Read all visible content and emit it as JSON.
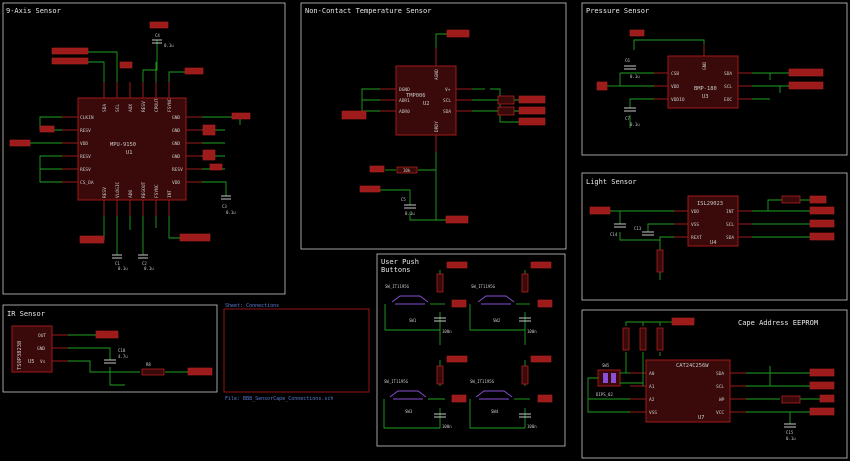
{
  "panels": {
    "nine_axis": "9-Axis Sensor",
    "noncontact": "Non-Contact Temperature Sensor",
    "pressure": "Pressure Sensor",
    "light": "Light Sensor",
    "ir": "IR Sensor",
    "buttons_line1": "User Push",
    "buttons_line2": "Buttons",
    "eeprom": "Cape Address EEPROM"
  },
  "sheet": {
    "name": "Sheet: Connections",
    "file": "File: BB8_SensorCape_Connections.sch"
  },
  "mpu": {
    "part": "MPU-9150",
    "ref": "U1",
    "pins_left": [
      "CLKIN",
      "RESV",
      "VDD",
      "RESV",
      "RESV",
      "CS_DA"
    ],
    "pins_right": [
      "GND",
      "GND",
      "GND",
      "GND",
      "RESV",
      "VDD"
    ],
    "pins_top": [
      "SDA",
      "SCL",
      "AUX",
      "RESV",
      "CPOUT",
      "FSYNC"
    ],
    "pins_bottom": [
      "RESV",
      "VLOGIC",
      "AD0",
      "REGOUT",
      "FSYNC",
      "INT"
    ]
  },
  "tmp": {
    "part": "TMP006",
    "ref": "U2",
    "pins_left": [
      "DGND",
      "ADR1",
      "ADR0"
    ],
    "pins_right": [
      "V+",
      "SCL",
      "SDA"
    ],
    "pin_top": "AGND",
    "pin_bottom": "DRDY"
  },
  "bmp": {
    "part": "BMP-180",
    "ref": "U3",
    "pins_left": [
      "CSB",
      "VDD",
      "VDDIO"
    ],
    "pins_right": [
      "SDA",
      "SCL",
      "EOC"
    ],
    "pin_top": "GND"
  },
  "isl": {
    "part": "ISL29023",
    "ref": "U4",
    "pins_left": [
      "VDD",
      "VSS",
      "REXT"
    ],
    "pins_right": [
      "INT",
      "SCL",
      "SDA"
    ]
  },
  "ir": {
    "part": "TSOP38238",
    "pins": [
      "OUT",
      "GND",
      "Vs"
    ],
    "ref": "U5"
  },
  "buttons": {
    "part": "SW_IT1195G",
    "refs": [
      "SW1",
      "SW2",
      "SW3",
      "SW4"
    ]
  },
  "eeprom": {
    "part": "CAT24C256W",
    "ref": "U7",
    "pins_left": [
      "A0",
      "A1",
      "A2",
      "VSS"
    ],
    "pins_right": [
      "SDA",
      "SCL",
      "WP",
      "VCC"
    ],
    "dip_part": "DIPS_02",
    "dip_ref": "SW5"
  }
}
